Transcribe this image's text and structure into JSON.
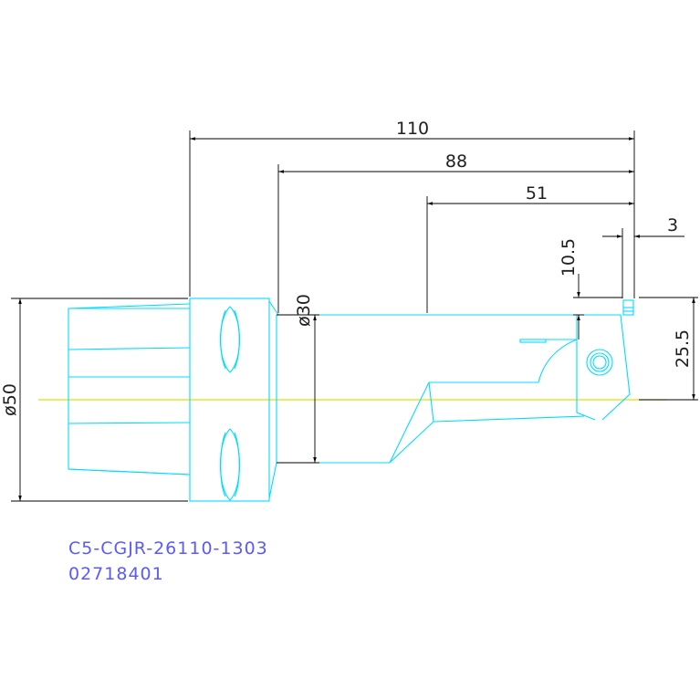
{
  "colors": {
    "background": "#ffffff",
    "part_outline": "#00dcff",
    "dimension_lines": "#000000",
    "centerline": "#e0e000",
    "caption_text": "#5a5aff"
  },
  "dimensions": {
    "overall_length": "110",
    "shank_to_tip": "88",
    "reach": "51",
    "tip_offset": "3",
    "height_upper": "10.5",
    "height_to_center": "25.5",
    "shank_diameter": "ø30",
    "holder_diameter": "ø50"
  },
  "caption": {
    "part_number": "C5-CGJR-26110-1303",
    "item_code": "02718401"
  }
}
